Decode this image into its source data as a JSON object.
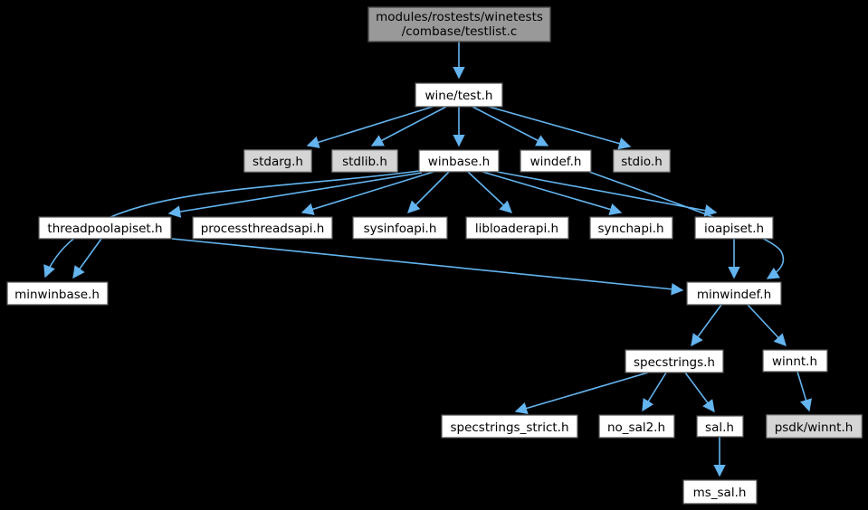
{
  "diagram": {
    "kind": "include-dependency-graph",
    "background_color": "#000000",
    "edge_color": "#63b4ef",
    "node_colors": {
      "root_fill": "#999999",
      "internal_fill": "#ffffff",
      "external_fill": "#d5d5d5",
      "text": "#000000"
    },
    "root_node": {
      "line1": "modules/rostests/winetests",
      "line2": "/combase/testlist.c"
    },
    "nodes": {
      "wine_test_h": "wine/test.h",
      "stdarg_h": "stdarg.h",
      "stdlib_h": "stdlib.h",
      "winbase_h": "winbase.h",
      "windef_h": "windef.h",
      "stdio_h": "stdio.h",
      "threadpoolapiset_h": "threadpoolapiset.h",
      "processthreadsapi_h": "processthreadsapi.h",
      "sysinfoapi_h": "sysinfoapi.h",
      "libloaderapi_h": "libloaderapi.h",
      "synchapi_h": "synchapi.h",
      "ioapiset_h": "ioapiset.h",
      "minwinbase_h": "minwinbase.h",
      "minwindef_h": "minwindef.h",
      "specstrings_h": "specstrings.h",
      "winnt_h": "winnt.h",
      "specstrings_strict_h": "specstrings_strict.h",
      "no_sal2_h": "no_sal2.h",
      "sal_h": "sal.h",
      "psdk_winnt_h": "psdk/winnt.h",
      "ms_sal_h": "ms_sal.h"
    },
    "edges": [
      {
        "from": "modules/rostests/winetests/combase/testlist.c",
        "to": "wine/test.h"
      },
      {
        "from": "wine/test.h",
        "to": "stdarg.h"
      },
      {
        "from": "wine/test.h",
        "to": "stdlib.h"
      },
      {
        "from": "wine/test.h",
        "to": "winbase.h"
      },
      {
        "from": "wine/test.h",
        "to": "windef.h"
      },
      {
        "from": "wine/test.h",
        "to": "stdio.h"
      },
      {
        "from": "winbase.h",
        "to": "threadpoolapiset.h"
      },
      {
        "from": "winbase.h",
        "to": "processthreadsapi.h"
      },
      {
        "from": "winbase.h",
        "to": "sysinfoapi.h"
      },
      {
        "from": "winbase.h",
        "to": "libloaderapi.h"
      },
      {
        "from": "winbase.h",
        "to": "synchapi.h"
      },
      {
        "from": "winbase.h",
        "to": "ioapiset.h"
      },
      {
        "from": "winbase.h",
        "to": "minwinbase.h"
      },
      {
        "from": "threadpoolapiset.h",
        "to": "minwinbase.h"
      },
      {
        "from": "threadpoolapiset.h",
        "to": "minwindef.h"
      },
      {
        "from": "windef.h",
        "to": "minwindef.h"
      },
      {
        "from": "ioapiset.h",
        "to": "minwindef.h"
      },
      {
        "from": "minwindef.h",
        "to": "specstrings.h"
      },
      {
        "from": "minwindef.h",
        "to": "winnt.h"
      },
      {
        "from": "specstrings.h",
        "to": "specstrings_strict.h"
      },
      {
        "from": "specstrings.h",
        "to": "no_sal2.h"
      },
      {
        "from": "specstrings.h",
        "to": "sal.h"
      },
      {
        "from": "sal.h",
        "to": "ms_sal.h"
      },
      {
        "from": "winnt.h",
        "to": "psdk/winnt.h"
      }
    ]
  }
}
